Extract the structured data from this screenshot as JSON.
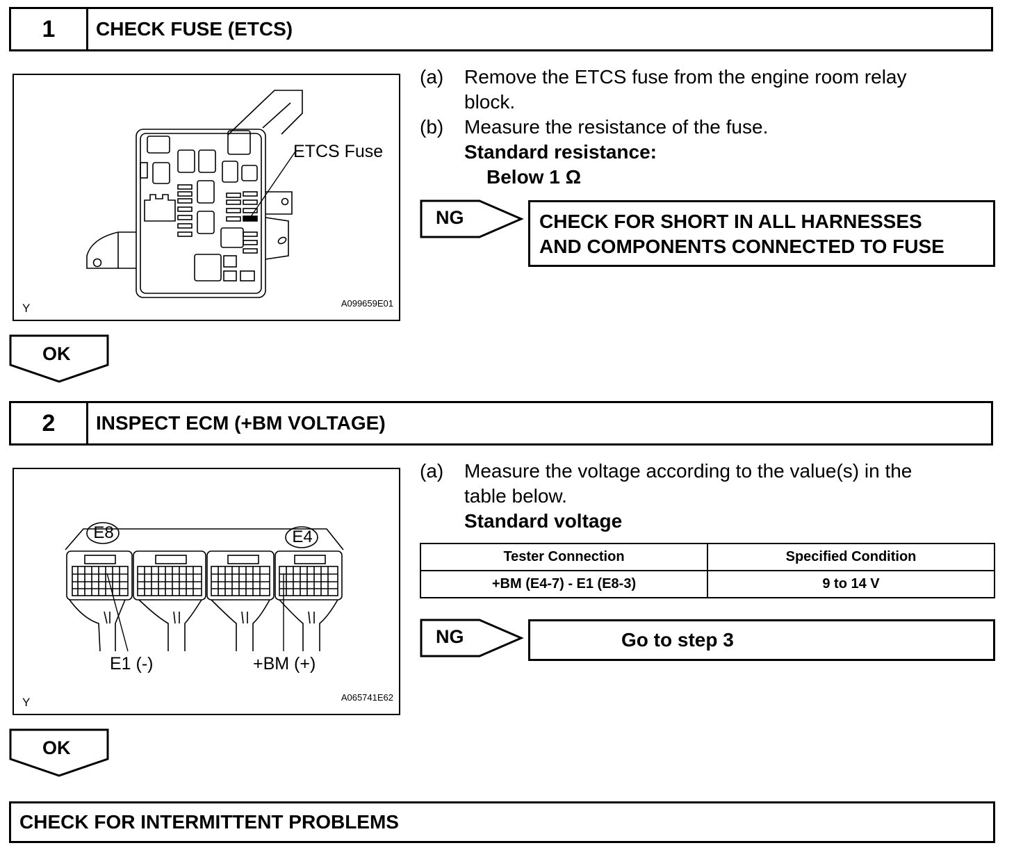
{
  "step1": {
    "number": "1",
    "title": "CHECK FUSE (ETCS)",
    "figure": {
      "callout": "ETCS Fuse",
      "corner": "Y",
      "code": "A099659E01"
    },
    "instructions": {
      "a_marker": "(a)",
      "a_line1": "Remove the ETCS fuse from the engine room relay",
      "a_line2": "block.",
      "b_marker": "(b)",
      "b_line1": "Measure the resistance of the fuse.",
      "standard_label": "Standard resistance:",
      "standard_value": "Below 1 Ω"
    },
    "ng_label": "NG",
    "ng_result_line1": "CHECK FOR SHORT IN ALL HARNESSES",
    "ng_result_line2": "AND COMPONENTS CONNECTED TO FUSE",
    "ok_label": "OK"
  },
  "step2": {
    "number": "2",
    "title": "INSPECT ECM (+BM VOLTAGE)",
    "figure": {
      "connector_left": "E8",
      "connector_right": "E4",
      "label_left": "E1 (-)",
      "label_right": "+BM (+)",
      "corner": "Y",
      "code": "A065741E62"
    },
    "instructions": {
      "a_marker": "(a)",
      "a_line1": "Measure the voltage according to the value(s) in the",
      "a_line2": "table below.",
      "standard_label": "Standard voltage"
    },
    "table": {
      "headers": [
        "Tester Connection",
        "Specified Condition"
      ],
      "rows": [
        [
          "+BM (E4-7) - E1 (E8-3)",
          "9 to 14 V"
        ]
      ]
    },
    "ng_label": "NG",
    "ng_result": "Go to step 3",
    "ok_label": "OK"
  },
  "final": {
    "title": "CHECK FOR INTERMITTENT PROBLEMS"
  }
}
